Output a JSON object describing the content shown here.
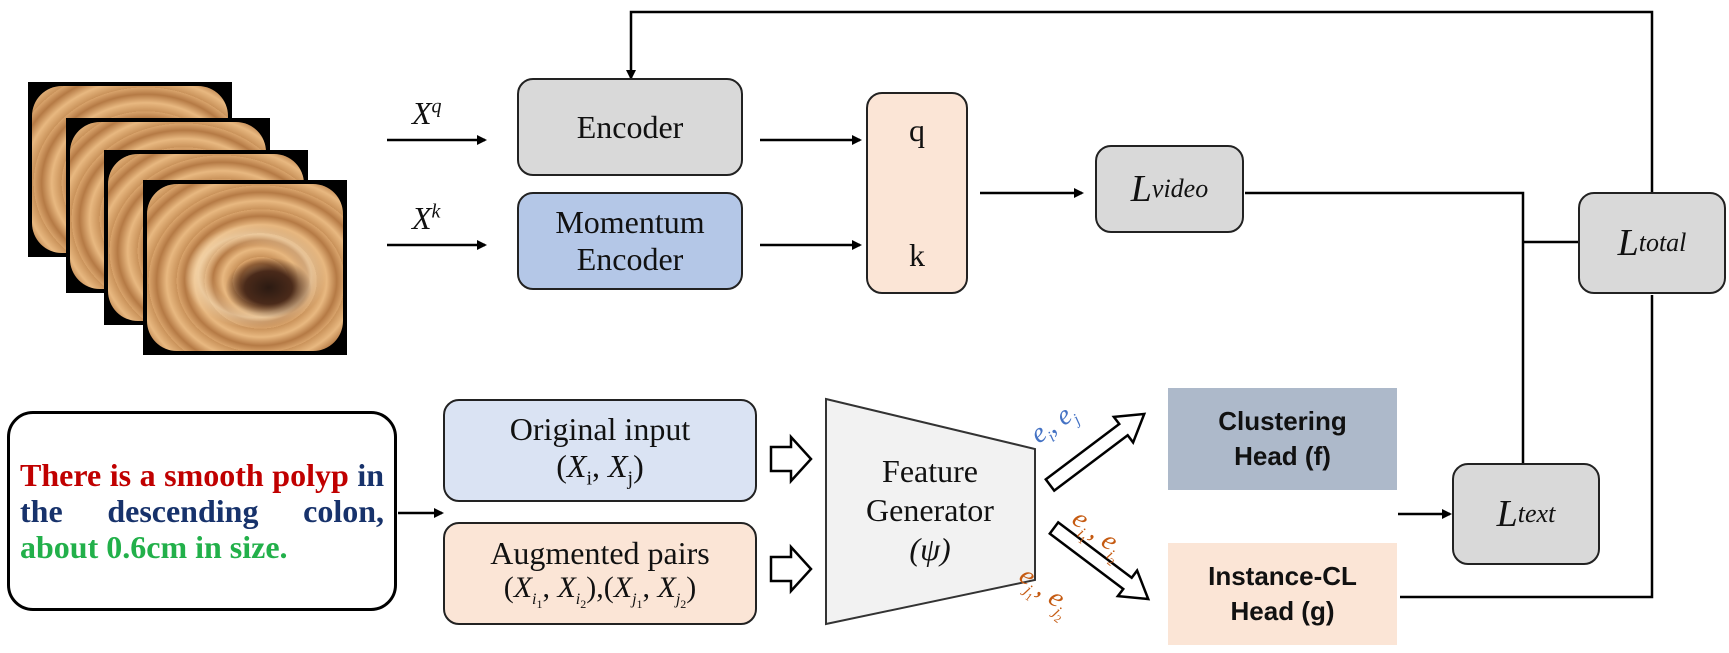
{
  "inputs": {
    "xq": "X",
    "xq_sup": "q",
    "xk": "X",
    "xk_sup": "k"
  },
  "encoder": "Encoder",
  "momentum_encoder": [
    "Momentum",
    "Encoder"
  ],
  "qk": {
    "q": "q",
    "k": "k"
  },
  "l_video": {
    "base": "L",
    "sub": "video"
  },
  "l_total": {
    "base": "L",
    "sub": "total"
  },
  "l_text": {
    "base": "L",
    "sub": "text"
  },
  "caption": {
    "part1": "There is a smooth polyp",
    "part2": "in the descending colon,",
    "part3": "about 0.6cm in size.",
    "color1": "#c00000",
    "color2": "#17326b",
    "color3": "#22b04a"
  },
  "original_input": {
    "line1": "Original input",
    "line2": "(X",
    "i": "i",
    "comma": ", X",
    "j": "j",
    "close": ")"
  },
  "augmented": {
    "line1": "Augmented pairs"
  },
  "feature_generator": {
    "line1": "Feature",
    "line2": "Generator",
    "line3": "(ψ)"
  },
  "clustering_head": {
    "line1": "Clustering",
    "line2": "Head (f)"
  },
  "instance_head": {
    "line1": "Instance-CL",
    "line2": "Head (g)"
  },
  "edge_labels": {
    "ei_ej": "ei, ej",
    "ei1_ei2": "ei1, ei2",
    "ej1_ej2": "ej1, ej2"
  },
  "colors": {
    "encoder_fill": "#d9d9d9",
    "momentum_fill": "#b4c7e7",
    "qk_fill": "#fbe5d6",
    "loss_fill": "#d9d9d9",
    "original_fill": "#dae3f3",
    "augmented_fill": "#fbe5d6",
    "clustering_fill": "#adb9ca",
    "instance_fill": "#fbe5d6",
    "feature_fill": "#f2f2f2",
    "blue_label": "#4472c4",
    "orange_label": "#c55a11"
  }
}
